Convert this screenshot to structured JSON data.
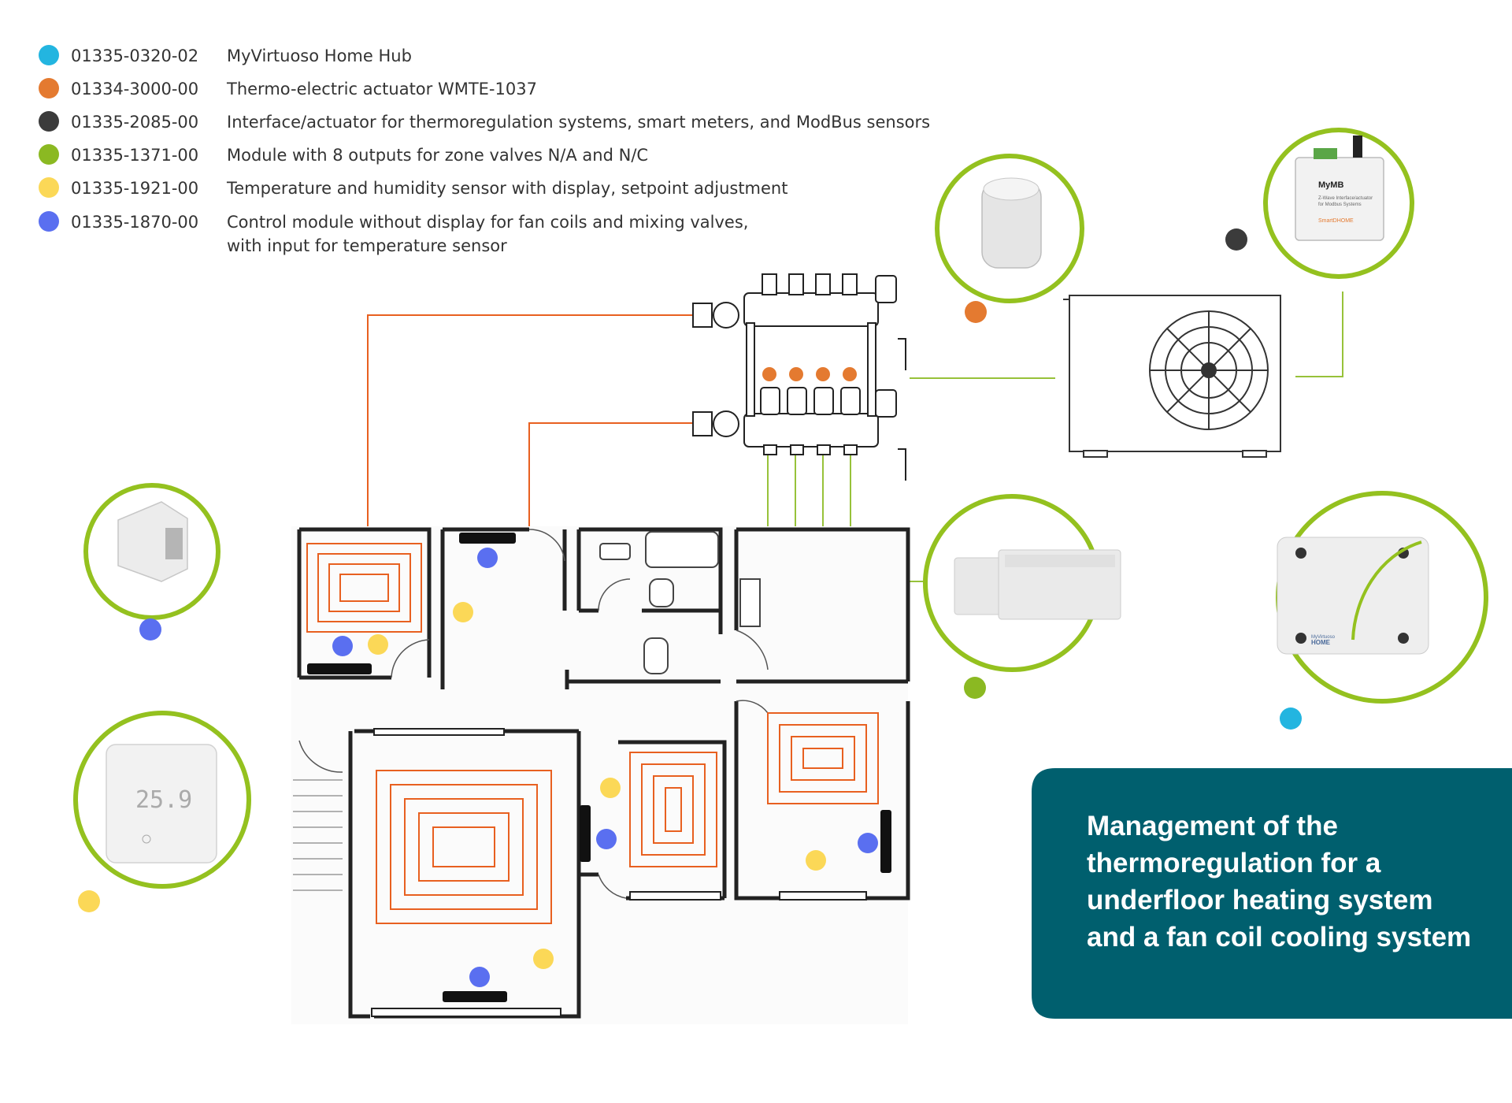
{
  "colors": {
    "hub": "#23b5e0",
    "actuator": "#e47a30",
    "interface": "#3b3b3b",
    "module": "#8bb922",
    "sensor": "#fbd857",
    "control": "#5a6ff0",
    "floor_heating": "#e86020",
    "wire_green": "#97c23a",
    "ring_green": "#94c11f",
    "caption_bg": "#005f6e",
    "wall": "#222222"
  },
  "legend": [
    {
      "color": "#23b5e0",
      "code": "01335-0320-02",
      "desc": "MyVirtuoso Home Hub"
    },
    {
      "color": "#e47a30",
      "code": "01334-3000-00",
      "desc": "Thermo-electric actuator WMTE-1037"
    },
    {
      "color": "#3b3b3b",
      "code": "01335-2085-00",
      "desc": "Interface/actuator for thermoregulation systems, smart meters, and ModBus sensors"
    },
    {
      "color": "#8bb922",
      "code": "01335-1371-00",
      "desc": "Module with 8 outputs for zone valves N/A and N/C"
    },
    {
      "color": "#fbd857",
      "code": "01335-1921-00",
      "desc": "Temperature and humidity sensor with display, setpoint adjustment"
    },
    {
      "color": "#5a6ff0",
      "code": "01335-1870-00",
      "desc": "Control module without display for fan coils and mixing valves,",
      "desc2": "with input for temperature sensor"
    }
  ],
  "devices": {
    "mymb_title": "MyMB",
    "mymb_sub1": "Z-Wave Interface/actuator",
    "mymb_sub2": "for Modbus Systems",
    "mymb_brand": "SmartDHOME",
    "thermostat_reading": "25.9",
    "hub_brand_small": "MyVirtuoso",
    "hub_brand": "HOME"
  },
  "caption": {
    "lines": [
      "Management of the",
      "thermoregulation for a",
      "underfloor heating system",
      "and a fan coil cooling system"
    ]
  },
  "icons": {
    "fan": "fan-icon",
    "manifold": "manifold-icon",
    "actuator": "actuator-device-icon",
    "thermostat": "thermostat-device-icon"
  }
}
